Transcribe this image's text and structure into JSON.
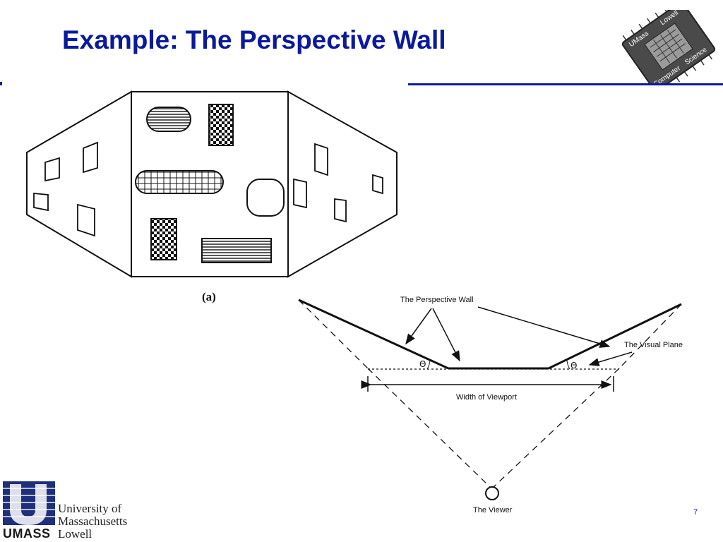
{
  "slide": {
    "title": "Example: The Perspective Wall",
    "page_number": "7"
  },
  "figure_a": {
    "caption": "(a)"
  },
  "figure_b": {
    "label_wall": "The Perspective Wall",
    "label_visual_plane": "The Visual Plane",
    "label_viewport": "Width of Viewport",
    "label_viewer": "The Viewer",
    "theta": "Θ"
  },
  "logo_top": {
    "text_umass": "UMass",
    "text_lowell": "Lowell",
    "text_computer": "Computer",
    "text_science": "Science"
  },
  "logo_bottom": {
    "wordmark": "UMASS",
    "line1": "University of",
    "line2": "Massachusetts",
    "line3": "Lowell"
  },
  "colors": {
    "title_blue": "#0b1a99"
  }
}
